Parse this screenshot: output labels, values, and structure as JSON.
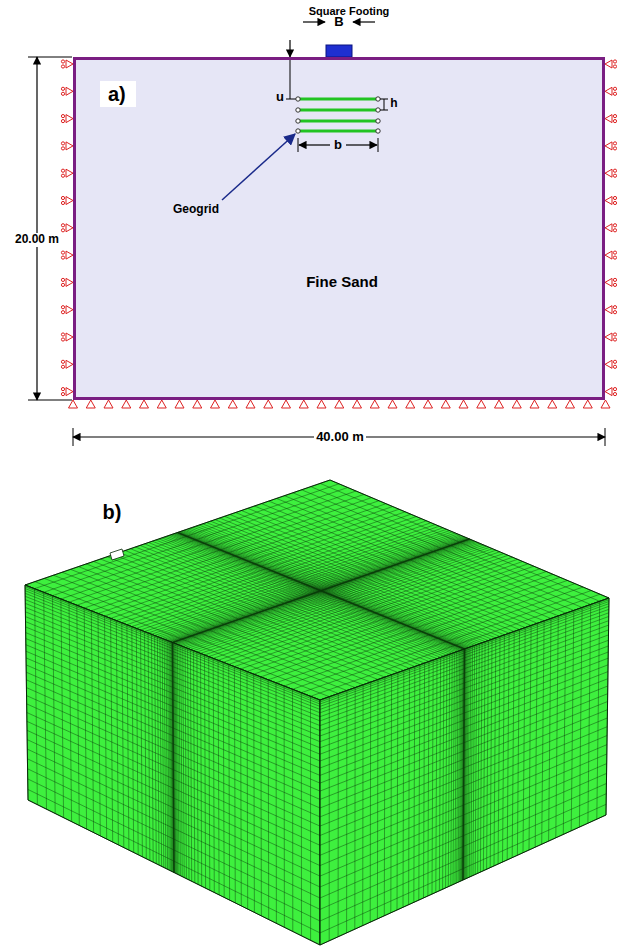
{
  "diagram": {
    "nodes": [
      {
        "text": [
          "Fine Sand"
        ]
      },
      {
        "text": [
          "a)"
        ],
        "in": 0
      }
    ],
    "labels": [
      "Square Footing",
      "B",
      "u",
      "h",
      "Geogrid",
      "b",
      "20.00 m",
      "40.00 m",
      "b)"
    ]
  }
}
